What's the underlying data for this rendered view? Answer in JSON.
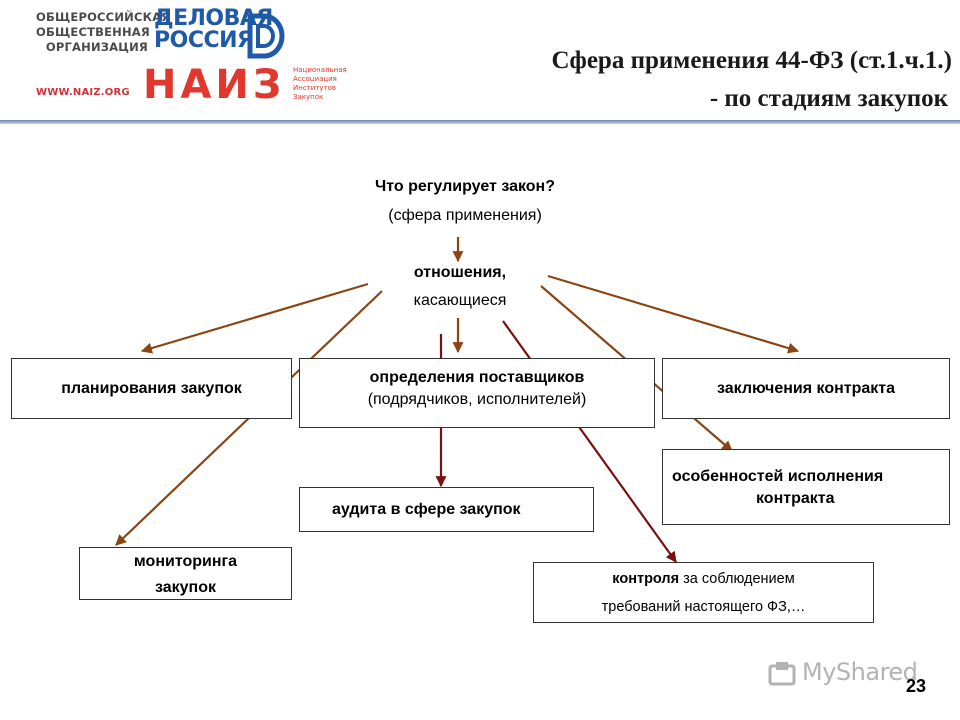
{
  "logo": {
    "org_lines": [
      "ОБЩЕРОССИЙСКАЯ",
      "ОБЩЕСТВЕННАЯ",
      "ОРГАНИЗАЦИЯ"
    ],
    "dr_line1": "ДЕЛОВАЯ",
    "dr_line2": "РОССИЯ",
    "www": "WWW.NAIZ.ORG",
    "naiz": "НАИЗ",
    "naiz_sub": [
      "Национальная",
      "Ассоциация",
      "Институтов",
      "Закупок"
    ],
    "colors": {
      "blue": "#1e5aa8",
      "red": "#e1372c"
    }
  },
  "header": {
    "title_line1": "Сфера применения 44-ФЗ (ст.1.ч.1.)",
    "title_line2": "- по стадиям закупок"
  },
  "diagram": {
    "question": "Что регулирует закон?",
    "question_sub": "(сфера применения)",
    "relations_1": "отношения,",
    "relations_2": "касающиеся",
    "boxes": {
      "planning": "планирования закупок",
      "determination_1": "определения поставщиков",
      "determination_2": "(подрядчиков, исполнителей)",
      "contract": "заключения контракта",
      "execution_1": "особенностей исполнения",
      "execution_2": "контракта",
      "audit": "аудита в сфере закупок",
      "monitoring_1": "мониторинга",
      "monitoring_2": "закупок",
      "control_bold": "контроля",
      "control_rest": " за соблюдением",
      "control_2": "требований настоящего  ФЗ,…"
    },
    "arrow_colors": {
      "brown": "#8b4513",
      "dark_red": "#7a1010"
    }
  },
  "footer": {
    "page_number": "23",
    "watermark": "MyShared"
  }
}
